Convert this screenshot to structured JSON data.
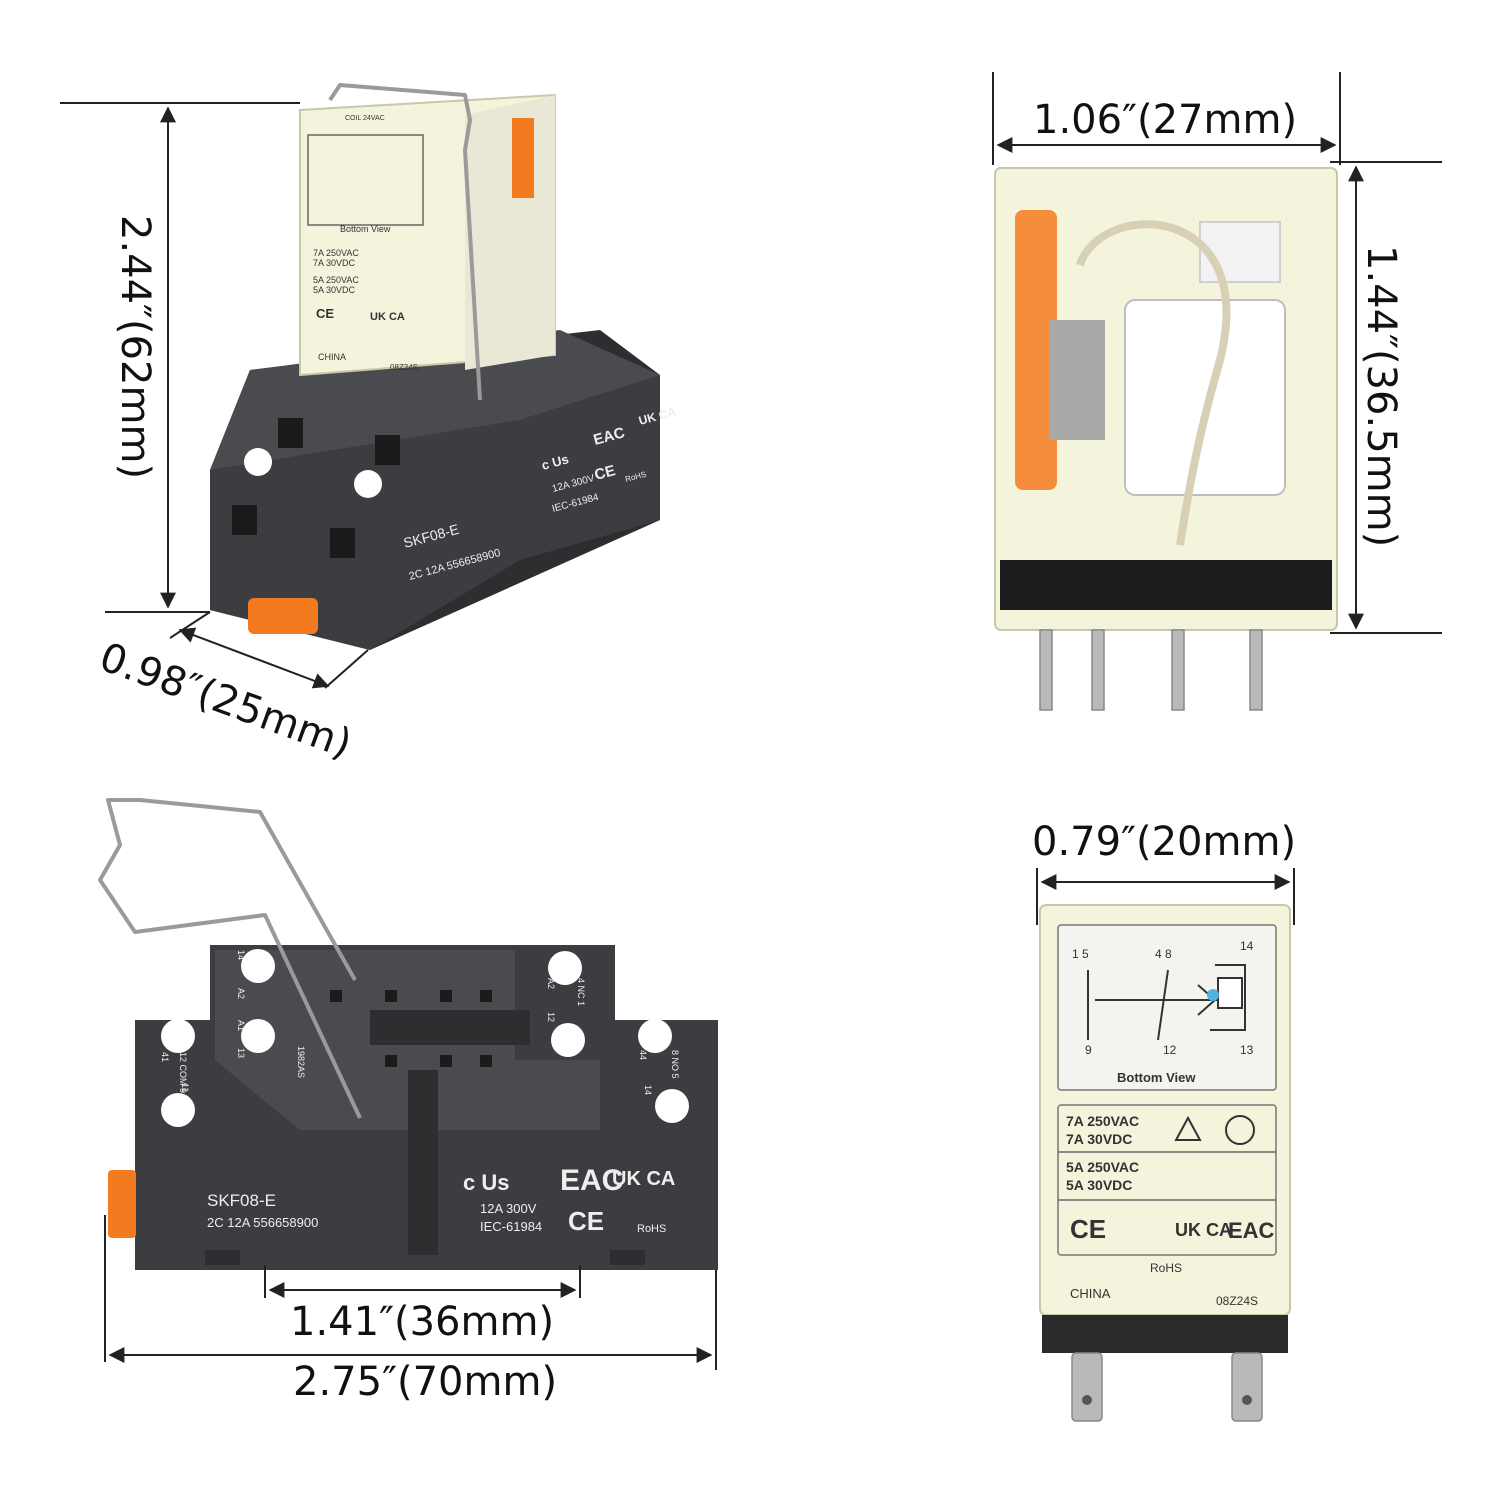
{
  "dimensions": {
    "assembly_height": "2.44″(62mm)",
    "assembly_depth": "0.98″(25mm)",
    "relay_width": "1.06″(27mm)",
    "relay_height": "1.44″(36.5mm)",
    "relay_side_width": "0.79″(20mm)",
    "socket_mount_spacing": "1.41″(36mm)",
    "socket_length": "2.75″(70mm)"
  },
  "socket": {
    "model": "SKF08-E",
    "spec": "2C  12A  556658900",
    "rating": "12A 300V",
    "standard": "IEC-61984",
    "cert_ul": "c Us",
    "cert_eac": "EAC",
    "cert_ukca": "UK CA",
    "cert_ce": "CE",
    "cert_rohs": "RoHS",
    "date_code": "1982AS",
    "term_a1": "A1",
    "term_a2": "A2",
    "term_13": "13",
    "term_14": "14",
    "term_41": "41",
    "term_11": "11",
    "term_12": "12",
    "term_com": "12 COM 9",
    "term_44": "44",
    "term_no": "8  NO  5",
    "term_nc": "4  NC  1",
    "term_12b": "12",
    "term_14b": "14"
  },
  "relay": {
    "pins_left": "1 5",
    "pins_mid": "4 8",
    "pin_14": "14",
    "pin_9": "9",
    "pin_12": "12",
    "pin_13": "13",
    "view_label": "Bottom View",
    "rating_ac_7": "7A 250VAC",
    "rating_dc_7": "7A 30VDC",
    "rating_ac_5": "5A 250VAC",
    "rating_dc_5": "5A 30VDC",
    "cert_ce": "CE",
    "cert_ukca": "UK CA",
    "cert_eac": "EAC",
    "cert_rohs": "RoHS",
    "origin": "CHINA",
    "date_code": "08Z24S",
    "coil": "COIL 24VAC"
  }
}
